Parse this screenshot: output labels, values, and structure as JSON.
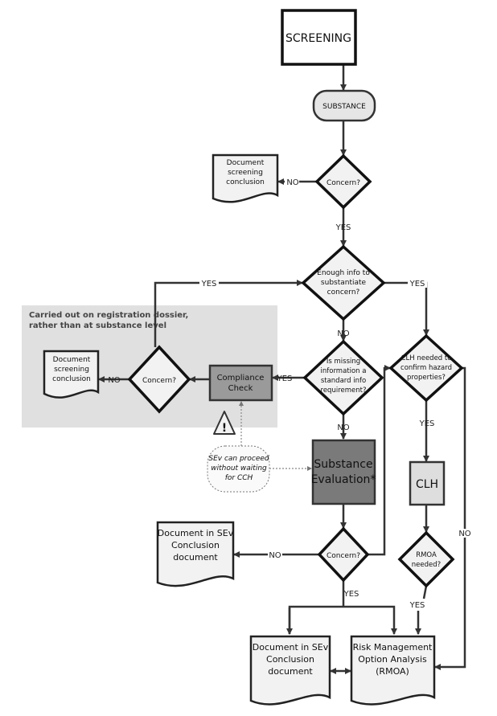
{
  "nodes": {
    "screening": "SCREENING",
    "substance": "SUBSTANCE",
    "concern1": "Concern?",
    "doc1": [
      "Document",
      "screening",
      "conclusion"
    ],
    "enough_info": [
      "Enough info to",
      "substantiate",
      "concern?"
    ],
    "missing_info": [
      "Is missing",
      "information a",
      "standard info",
      "requirement?"
    ],
    "compliance": [
      "Compliance",
      "Check"
    ],
    "concern2": "Concern?",
    "doc2": [
      "Document",
      "screening",
      "conclusion"
    ],
    "region_note": [
      "Carried out on registration dossier,",
      "rather than at substance level"
    ],
    "callout": [
      "SEv can proceed",
      "without waiting",
      "for CCH"
    ],
    "sev": [
      "Substance",
      "Evaluation*"
    ],
    "clh_needed": [
      "CLH needed to",
      "confirm hazard",
      "properties?"
    ],
    "clh": "CLH",
    "rmoa_needed": [
      "RMOA",
      "needed?"
    ],
    "concern3": "Concern?",
    "doc3": [
      "Document in SEv",
      "Conclusion",
      "document"
    ],
    "doc4": [
      "Document in SEv",
      "Conclusion",
      "document"
    ],
    "rmoa": [
      "Risk Management",
      "Option Analysis",
      "(RMOA)"
    ]
  },
  "labels": {
    "yes": "YES",
    "no": "NO"
  },
  "colors": {
    "region": "#e0e0e0",
    "compliance": "#9a9a9a",
    "sev": "#7a7a7a",
    "clh": "#dedede"
  },
  "icons": {
    "warning": "warning-triangle-icon"
  }
}
